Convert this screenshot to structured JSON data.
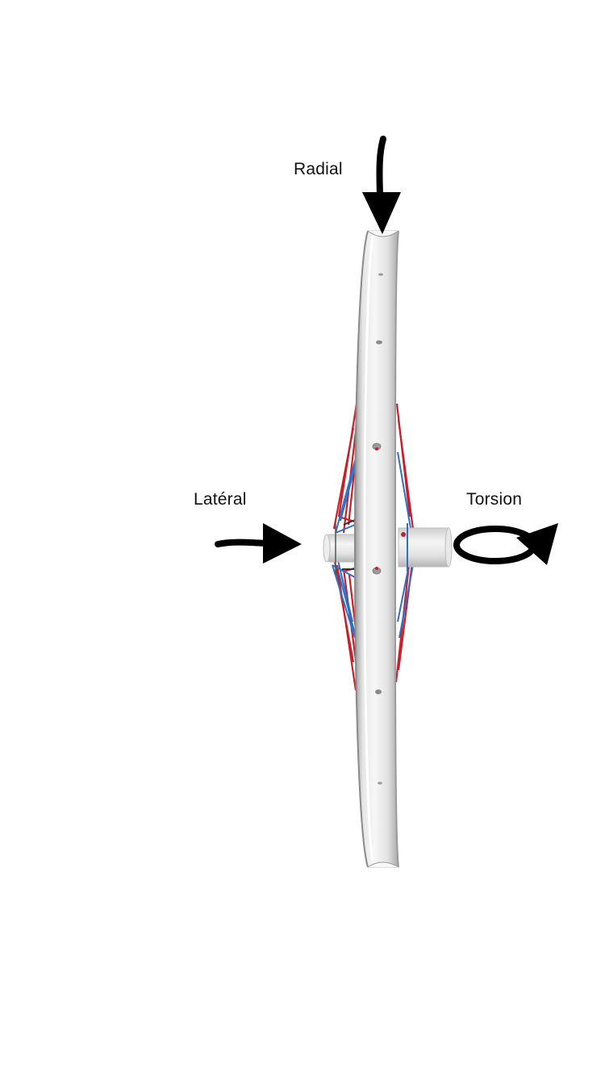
{
  "labels": {
    "radial": "Radial",
    "lateral": "Latéral",
    "torsion": "Torsion"
  },
  "colors": {
    "background": "#ffffff",
    "arrow": "#000000",
    "rim_light": "#f4f4f4",
    "rim_mid": "#d9d9d9",
    "rim_shadow": "#b8b8b8",
    "spoke_red": "#c8202a",
    "spoke_blue": "#2f6fc4"
  },
  "icons": {
    "radial_arrow": "arrow-down-icon",
    "lateral_arrow": "arrow-right-icon",
    "torsion_arrow": "rotation-arrow-icon"
  }
}
